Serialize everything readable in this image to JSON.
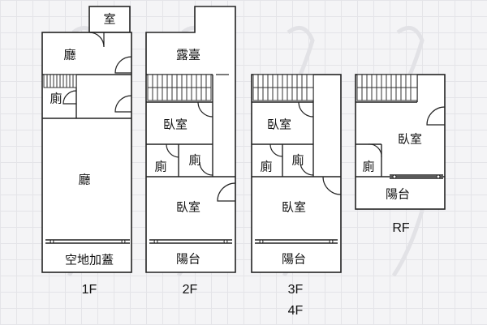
{
  "plans": {
    "f1": {
      "floor_label": "1F",
      "rooms": {
        "room": "室",
        "living_top": "廳",
        "bath": "廁",
        "living_main": "廳",
        "covered_lot": "空地加蓋"
      }
    },
    "f2": {
      "floor_label": "2F",
      "rooms": {
        "terrace": "露臺",
        "bedroom_top": "臥室",
        "bath_left": "廁",
        "bath_right": "廁",
        "bedroom_main": "臥室",
        "balcony": "陽台"
      }
    },
    "f34": {
      "floor_label_a": "3F",
      "floor_label_b": "4F",
      "rooms": {
        "bedroom_top": "臥室",
        "bath_left": "廁",
        "bath_right": "廁",
        "bedroom_main": "臥室",
        "balcony": "陽台"
      }
    },
    "rf": {
      "floor_label": "RF",
      "rooms": {
        "bedroom": "臥室",
        "bath": "廁",
        "balcony": "陽台"
      }
    }
  }
}
